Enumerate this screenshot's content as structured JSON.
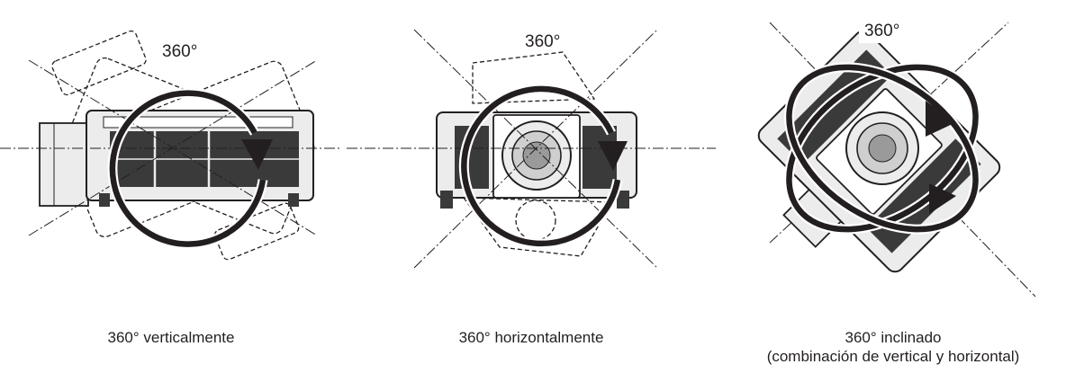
{
  "panels": [
    {
      "degree": "360°",
      "caption": "360° verticalmente"
    },
    {
      "degree": "360°",
      "caption": "360° horizontalmente"
    },
    {
      "degree": "360°",
      "caption": "360° inclinado",
      "caption_line2": "(combinación de vertical y horizontal)"
    }
  ],
  "colors": {
    "ink": "#231f20",
    "body_fill": "#ececec",
    "vent": "#3a3a3a",
    "white": "#ffffff"
  }
}
